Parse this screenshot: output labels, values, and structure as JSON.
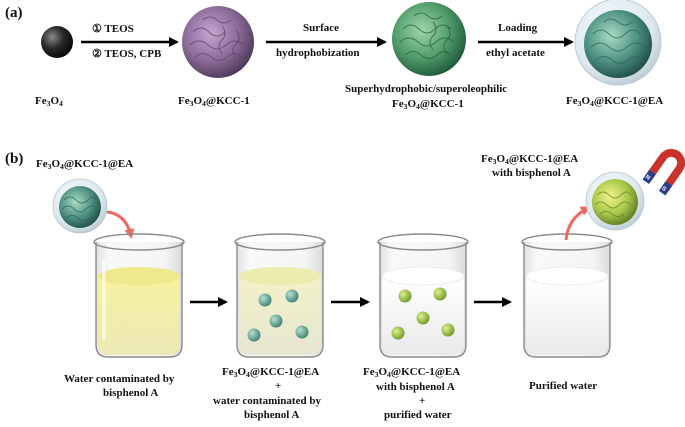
{
  "panel_a": {
    "label": "(a)",
    "step1": {
      "line1_marker": "①",
      "line1": "TEOS",
      "line2_marker": "②",
      "line2": "TEOS, CPB"
    },
    "step2": {
      "line1": "Surface",
      "line2": "hydrophobization"
    },
    "step3": {
      "line1": "Loading",
      "line2": "ethyl acetate"
    },
    "particle1": {
      "base": "Fe",
      "s1": "3",
      "mid": "O",
      "s2": "4",
      "tail": ""
    },
    "particle2": {
      "base": "Fe",
      "s1": "3",
      "mid": "O",
      "s2": "4",
      "tail": "@KCC-1"
    },
    "particle3": {
      "line1": "Superhydrophobic/superoleophilic",
      "base": "Fe",
      "s1": "3",
      "mid": "O",
      "s2": "4",
      "tail": "@KCC-1"
    },
    "particle4": {
      "base": "Fe",
      "s1": "3",
      "mid": "O",
      "s2": "4",
      "tail": "@KCC-1@EA"
    }
  },
  "panel_b": {
    "label": "(b)",
    "topleft": {
      "base": "Fe",
      "s1": "3",
      "mid": "O",
      "s2": "4",
      "tail": "@KCC-1@EA"
    },
    "topright": {
      "base": "Fe",
      "s1": "3",
      "mid": "O",
      "s2": "4",
      "tail": "@KCC-1@EA",
      "line2": "with bisphenol A"
    },
    "magnet": {
      "north": "N",
      "south": "S"
    },
    "beaker1": {
      "line1": "Water contaminated by",
      "line2": "bisphenol A"
    },
    "beaker2": {
      "base": "Fe",
      "s1": "3",
      "mid": "O",
      "s2": "4",
      "tail": "@KCC-1@EA",
      "plus": "+",
      "line3": "water contaminated by",
      "line4": "bisphenol A"
    },
    "beaker3": {
      "base": "Fe",
      "s1": "3",
      "mid": "O",
      "s2": "4",
      "tail": "@KCC-1@EA",
      "line2": "with bisphenol A",
      "plus": "+",
      "line4": "purified water"
    },
    "beaker4": {
      "line1": "Purified water"
    }
  },
  "colors": {
    "contaminated_water": "#f2f0a8",
    "clean_water": "#ffffff",
    "kcc_green": "#4f9a6a",
    "kcc_purple": "#8a6a96",
    "bpa_particle": "#a9c74a",
    "arrow_red": "#e8685f"
  }
}
